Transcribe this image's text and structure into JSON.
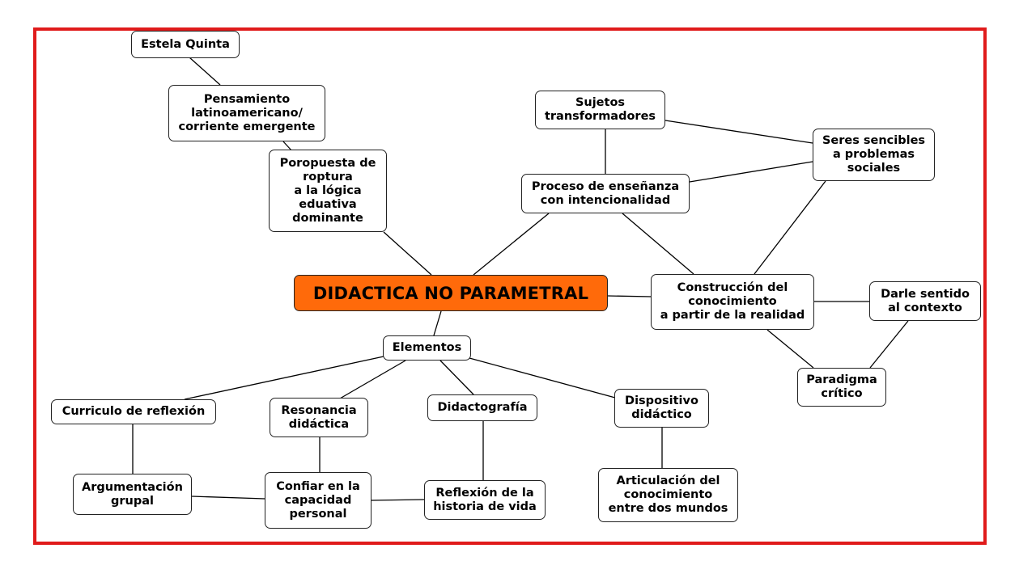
{
  "diagram": {
    "frame_color": "#e01b1b",
    "center_color": "#ff6a0a",
    "center": "DIDACTICA NO PARAMETRAL",
    "nodes": {
      "estela": "Estela Quinta",
      "pensamiento": "Pensamiento\nlatinoamericano/\ncorriente emergente",
      "poropuesta": "Poropuesta de\nroptura\na la lógica\neduativa\ndominante",
      "sujetos": "Sujetos\ntransformadores",
      "proceso": "Proceso de enseñanza\ncon intencionalidad",
      "seres": "Seres sencibles\na problemas\nsociales",
      "construccion": "Construcción del\nconocimiento\na partir de la realidad",
      "darle": "Darle sentido\nal contexto",
      "paradigma": "Paradigma\ncrítico",
      "elementos": "Elementos",
      "curriculo": "Curriculo de reflexión",
      "resonancia": "Resonancia\ndidáctica",
      "didactografia": "Didactografía",
      "dispositivo": "Dispositivo\ndidáctico",
      "argumentacion": "Argumentación\ngrupal",
      "confiar": "Confiar en la\ncapacidad\npersonal",
      "reflexion": "Reflexión de la\nhistoria de vida",
      "articulacion": "Articulación del\nconocimiento\nentre dos mundos"
    }
  }
}
